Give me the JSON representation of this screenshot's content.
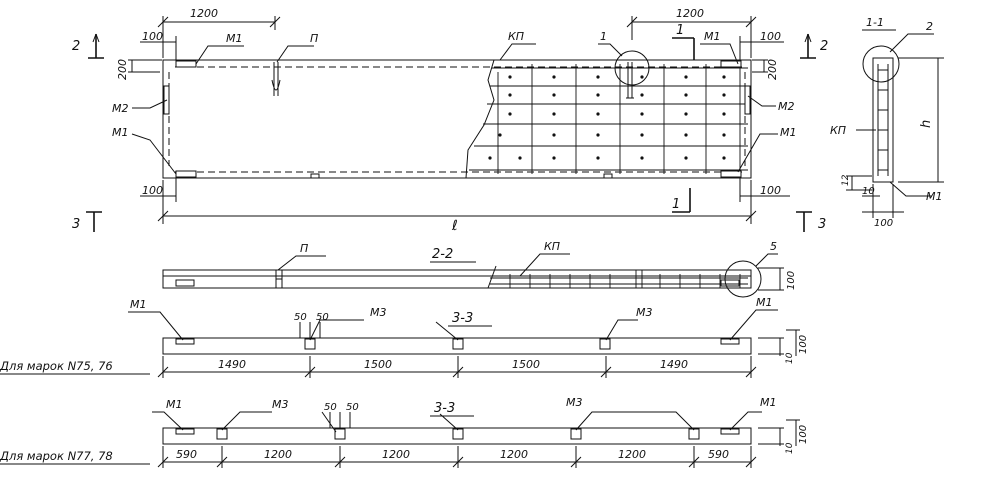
{
  "dims": {
    "top_left": "1200",
    "top_right": "1200",
    "edge_100": "100",
    "edge_200": "200",
    "length_symbol": "ℓ",
    "height_symbol": "h",
    "s11_10": "10",
    "s11_12": "12",
    "s11_100": "100",
    "s22_100": "100",
    "s75_10": "10",
    "s75_100": "100",
    "s77_10": "10",
    "s77_100": "100",
    "gap50": "50",
    "spans_75_76": [
      "1490",
      "1500",
      "1500",
      "1490"
    ],
    "spans_77_78": [
      "590",
      "1200",
      "1200",
      "1200",
      "1200",
      "590"
    ]
  },
  "labels": {
    "m1": "M1",
    "m2": "M2",
    "m3": "M3",
    "p": "П",
    "kp": "КП",
    "detail_1": "1",
    "detail_2": "2",
    "detail_5": "5",
    "cut_1": "1",
    "cut_2": "2",
    "cut_3": "3"
  },
  "sections": {
    "s11": "1-1",
    "s22": "2-2",
    "s33": "3-3"
  },
  "rows": {
    "brand_75_76": "Для марок N75, 76",
    "brand_77_78": "Для марок N77, 78"
  }
}
